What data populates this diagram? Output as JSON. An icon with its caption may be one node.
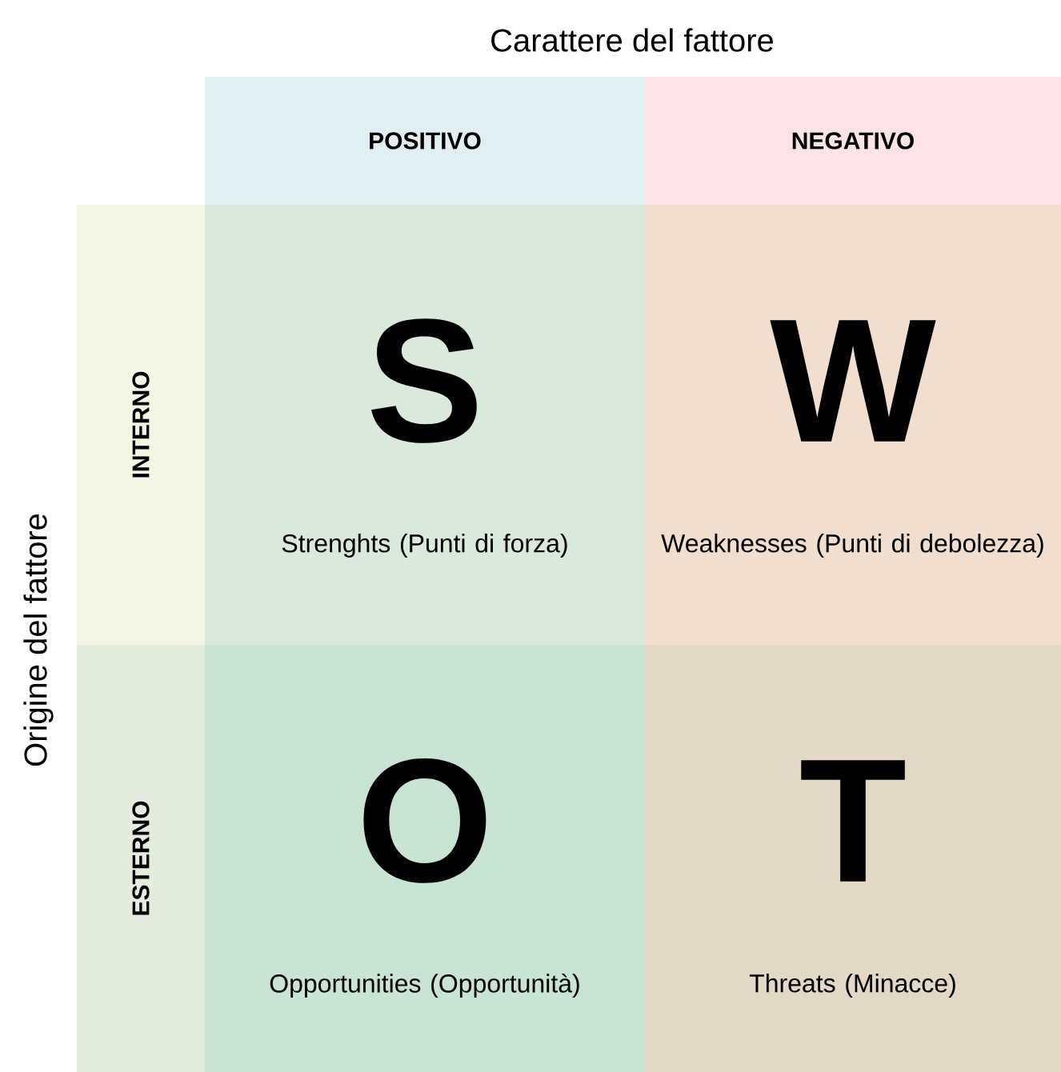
{
  "diagram": {
    "title": "Carattere del fattore",
    "nodes": [
      {
        "text": [
          "POSITIVO"
        ]
      },
      {
        "text": [
          "NEGATIVO"
        ]
      },
      {
        "text": [
          "INTERNO"
        ]
      },
      {
        "text": [
          "ESTERNO"
        ]
      },
      {
        "text": [
          "S",
          "Strenghts (Punti di forza)"
        ]
      },
      {
        "text": [
          "W",
          "Weaknesses (Punti di debolezza)"
        ]
      },
      {
        "text": [
          "O",
          "Opportunities (Opportunità)"
        ]
      },
      {
        "text": [
          "T",
          "Threats (Minacce)"
        ]
      }
    ],
    "labels": [
      "Origine del fattore"
    ]
  }
}
